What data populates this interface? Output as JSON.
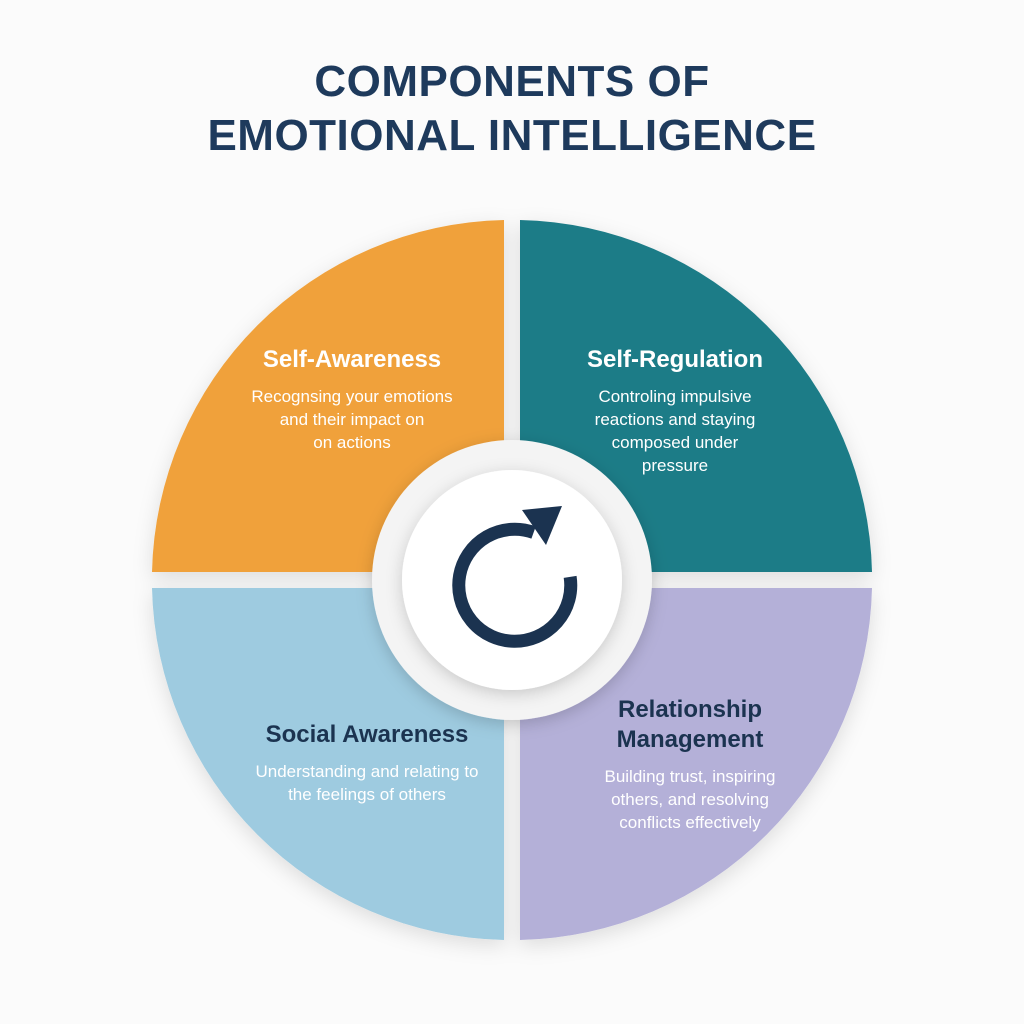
{
  "title": {
    "line1": "COMPONENTS OF",
    "line2": "EMOTIONAL INTELLIGENCE"
  },
  "colors": {
    "self_awareness": "#f0a13b",
    "self_regulation": "#1f7c87",
    "social_awareness": "#9ecbe0",
    "relationship_management": "#b4b0d8",
    "title": "#1e3a5c"
  },
  "center_icon": "cycle-arrow-icon",
  "quadrants": [
    {
      "title": "Self-Awareness",
      "desc": [
        "Recognsing your emotions",
        "and their impact on",
        "on actions"
      ]
    },
    {
      "title": "Self-Regulation",
      "desc": [
        "Controling impulsive",
        "reactions and staying",
        "composed under",
        "pressure"
      ]
    },
    {
      "title": "Social Awareness",
      "desc": [
        "Understanding and relating to",
        "the feelings of others"
      ]
    },
    {
      "title_lines": [
        "Relationship",
        "Management"
      ],
      "desc": [
        "Building trust, inspiring",
        "others, and resolving",
        "conflicts effectively"
      ]
    }
  ]
}
